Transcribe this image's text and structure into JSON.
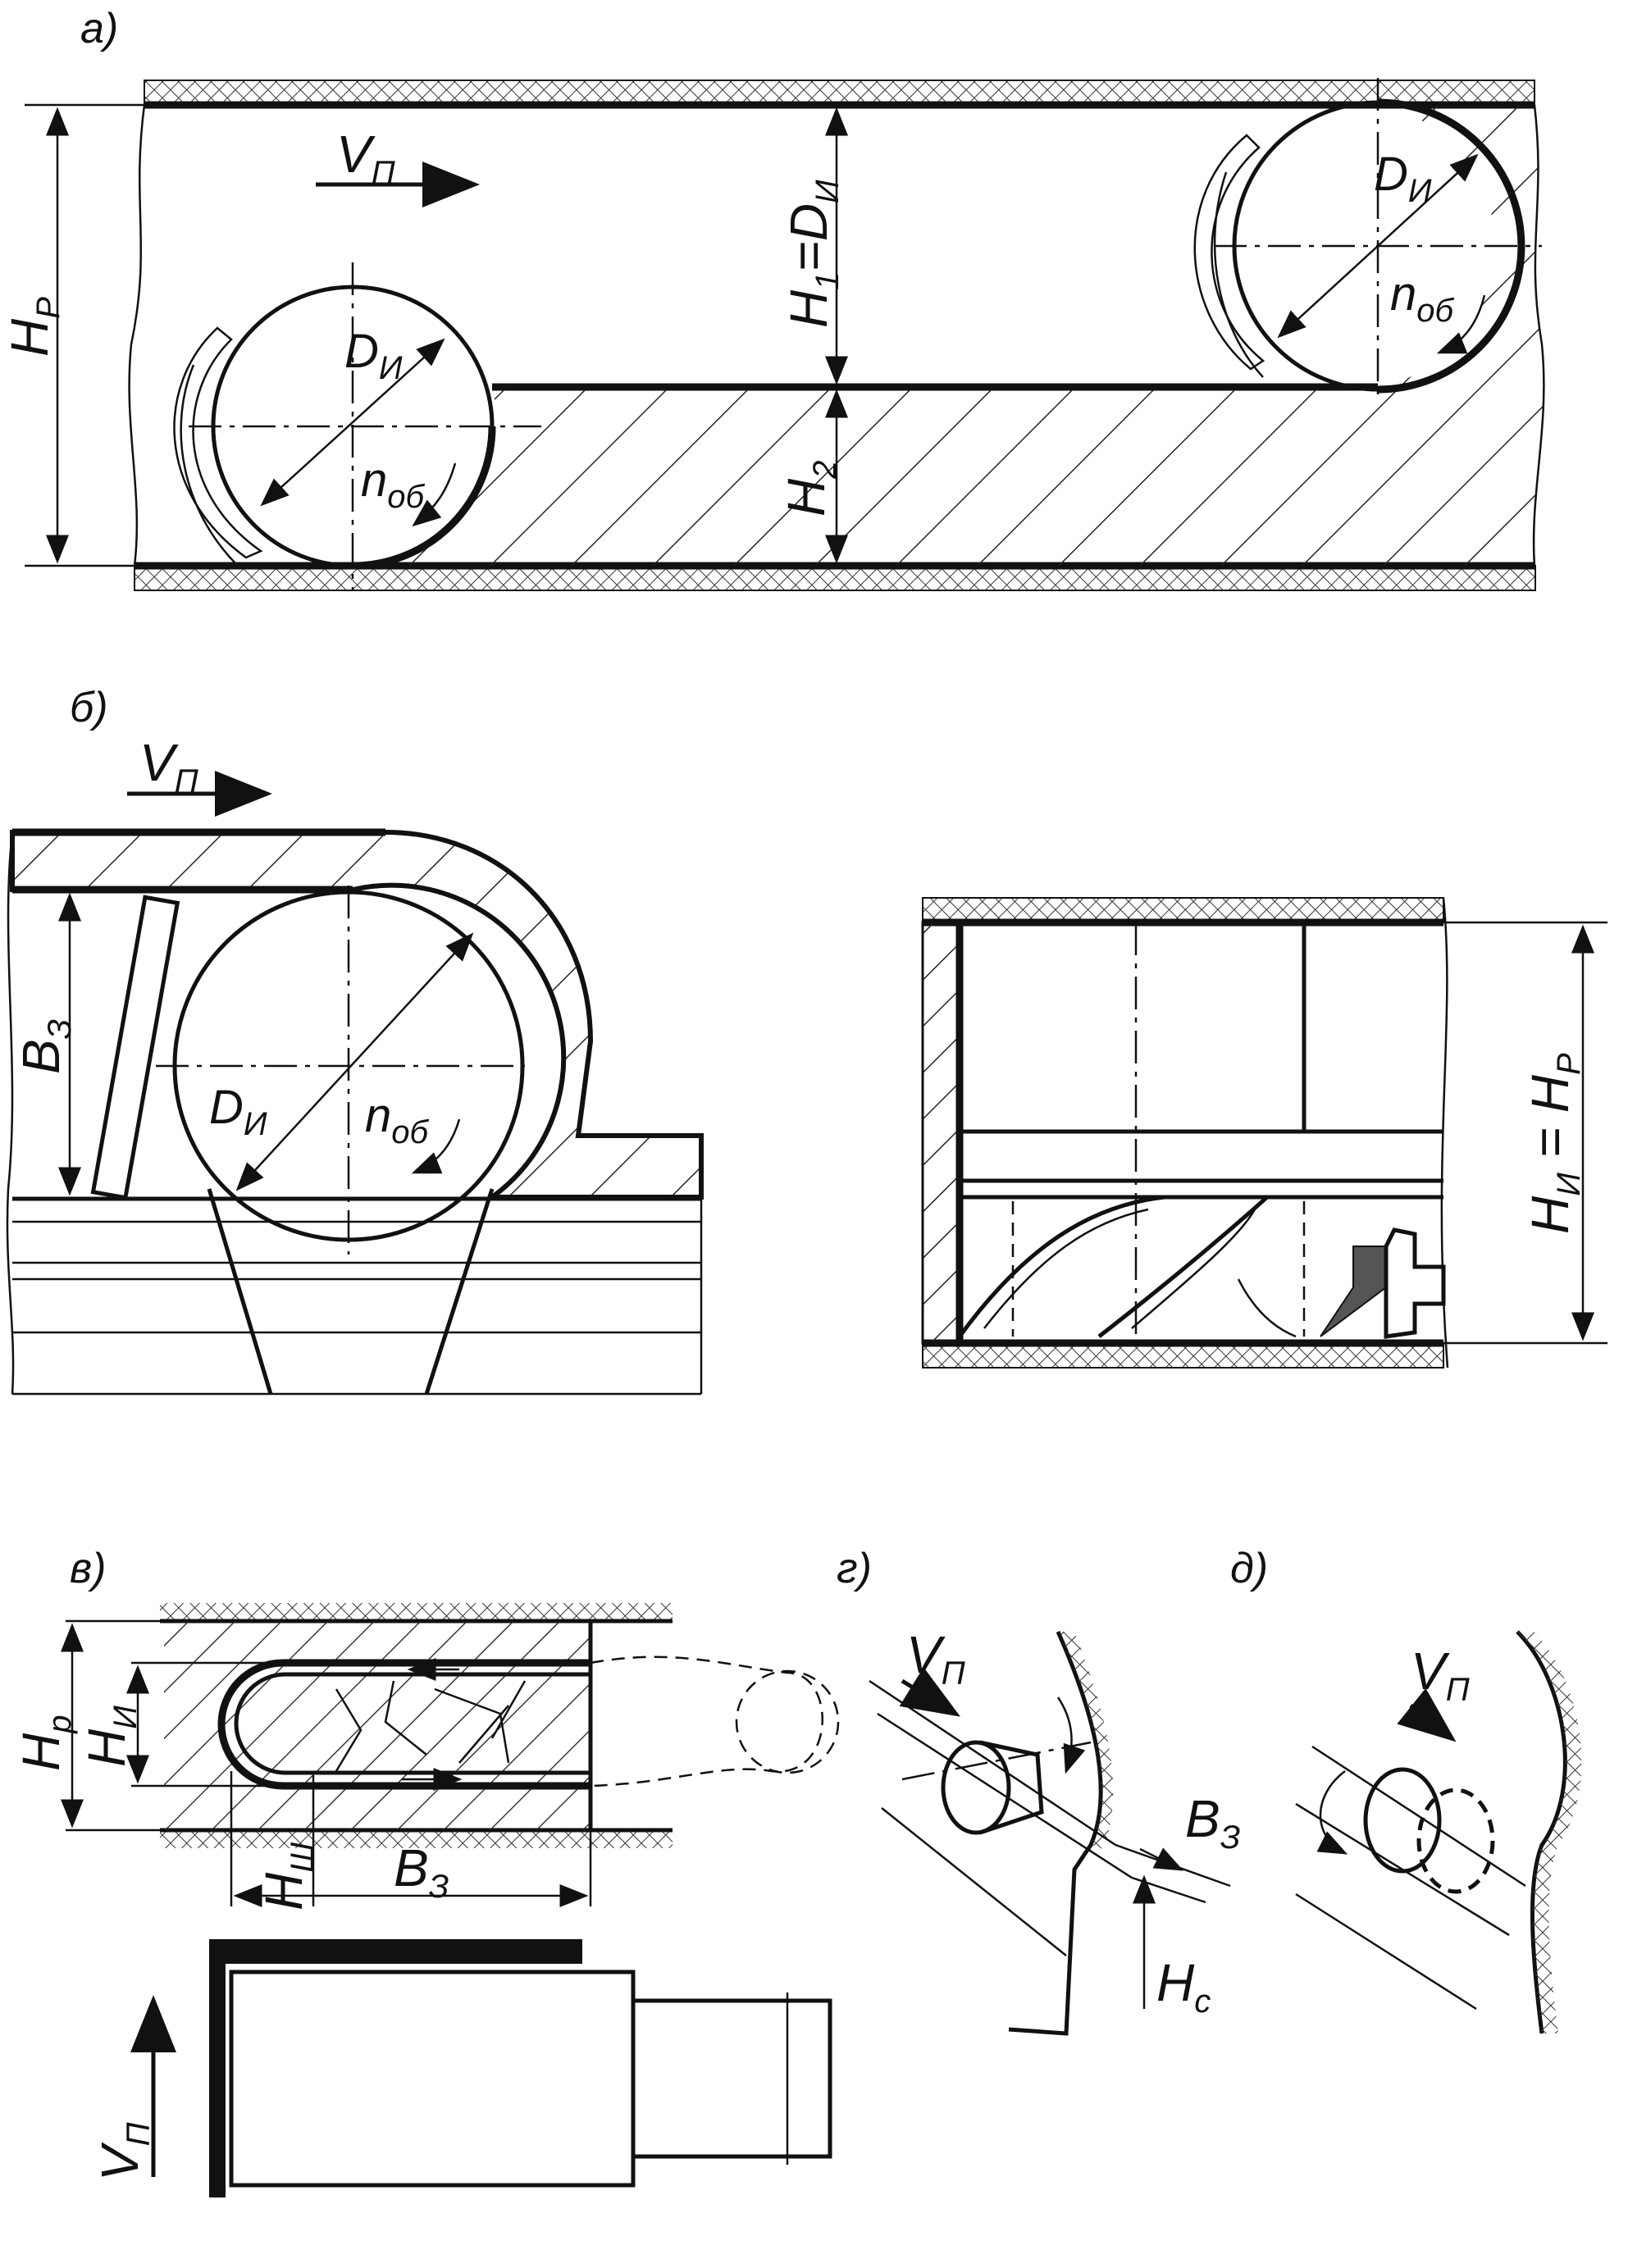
{
  "panels": {
    "a": {
      "letter": "а)",
      "velocity": "V",
      "velocity_sub": "П",
      "h_total": "H",
      "h_total_sub": "Р",
      "h1_main": "H",
      "h1_sub": "1",
      "h1_eq": "=D",
      "h1_eq_sub": "И",
      "h2_main": "H",
      "h2_sub": "2",
      "d_left": "D",
      "d_left_sub": "И",
      "n_left": "n",
      "n_left_sub": "об",
      "d_right": "D",
      "d_right_sub": "И",
      "n_right": "n",
      "n_right_sub": "об"
    },
    "b": {
      "letter": "б)",
      "velocity": "V",
      "velocity_sub": "П",
      "width": "B",
      "width_sub": "З",
      "d": "D",
      "d_sub": "И",
      "n": "n",
      "n_sub": "об",
      "h_eq": "H",
      "h_eq_sub": "И",
      "h_eq_rhs": " = H",
      "h_eq_rhs_sub": "Р"
    },
    "v": {
      "letter": "в)",
      "hp": "H",
      "hp_sub": "р",
      "hi": "H",
      "hi_sub": "И",
      "hsh": "H",
      "hsh_sub": "Ш",
      "bz": "B",
      "bz_sub": "З",
      "velocity": "V",
      "velocity_sub": "П"
    },
    "g": {
      "letter": "г)",
      "velocity": "V",
      "velocity_sub": "П",
      "bz": "B",
      "bz_sub": "З",
      "hc": "H",
      "hc_sub": "с"
    },
    "d": {
      "letter": "д)",
      "velocity": "V",
      "velocity_sub": "П"
    }
  }
}
